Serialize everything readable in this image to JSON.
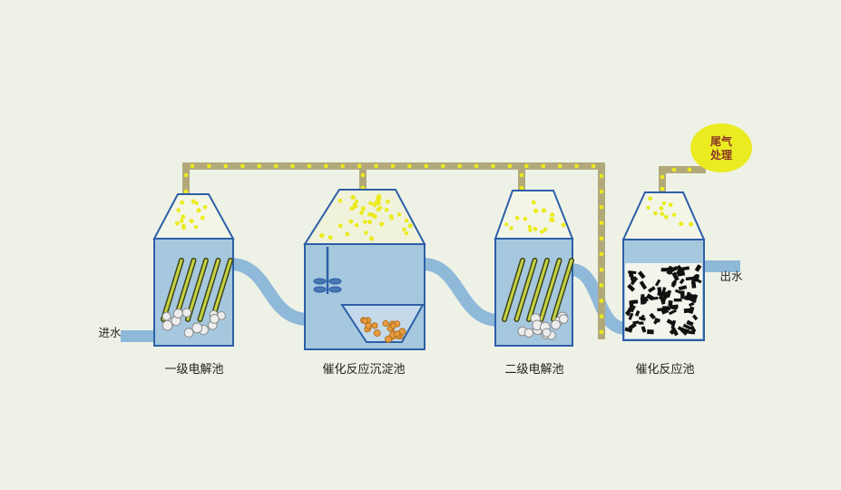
{
  "labels": {
    "inlet": "进水",
    "outlet": "出水"
  },
  "tail_gas": {
    "line1": "尾气",
    "line2": "处理"
  },
  "tanks": [
    {
      "label": "一级电解池"
    },
    {
      "label": "催化反应沉淀池"
    },
    {
      "label": "二级电解池"
    },
    {
      "label": "催化反应池"
    }
  ],
  "colors": {
    "background": "#eef2e6",
    "water": "#a6c8de",
    "tank_stroke": "#2d5fa8",
    "pipe_water": "#8fb9d9",
    "pipe_gas": "#b2a97a",
    "gas_dot": "#ebeb1e",
    "tail_gas_fill": "#ebeb22",
    "electrode_fill": "#c7d243",
    "electrode_edge": "#3c441c",
    "catalyst_dot": "#e99c42",
    "carbon_particle": "#111111",
    "bubble_particle": "#ededed"
  }
}
